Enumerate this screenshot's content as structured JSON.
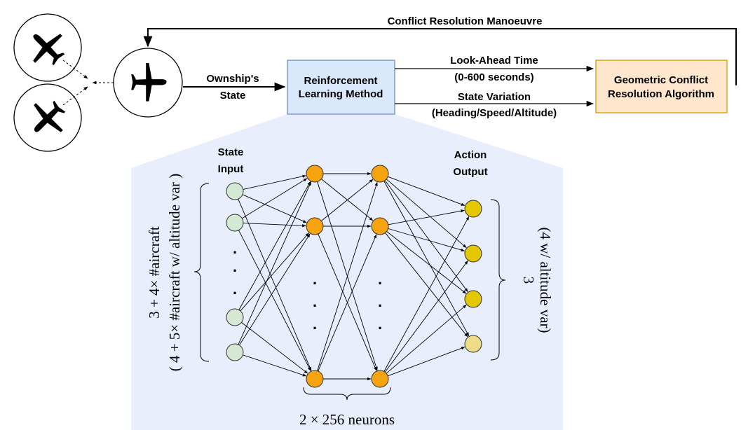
{
  "top_loop": {
    "label": "Conflict Resolution Manoeuvre"
  },
  "ownship_edge": {
    "line1": "Ownship's",
    "line2": "State"
  },
  "rl_box": {
    "line1": "Reinforcement",
    "line2": "Learning Method",
    "fill": "#dae8fc",
    "stroke": "#6c8ebf"
  },
  "lookahead": {
    "line1": "Look-Ahead Time",
    "line2": "(0-600 seconds)"
  },
  "state_variation": {
    "line1": "State Variation",
    "line2": "(Heading/Speed/Altitude)"
  },
  "geo_box": {
    "line1": "Geometric Conflict",
    "line2": "Resolution Algorithm",
    "fill": "#ffe6cc",
    "stroke": "#d79b00"
  },
  "network": {
    "panel_fill": "#e8eefb",
    "input_header": [
      "State",
      "Input"
    ],
    "output_header": [
      "Action",
      "Output"
    ],
    "input_dim": {
      "line1": "3 + 4× #aircraft",
      "line2": "( 4 + 5× #aircraft w/ altitude var )"
    },
    "output_dim": {
      "line1": "3",
      "line2": "(4 w/ altitude var)"
    },
    "hidden_label": "2 × 256 neurons",
    "dots": ".",
    "colors": {
      "input": "#d5e8d4",
      "hidden": "#f5a30f",
      "output": "#e3c800",
      "output_faded": "#eedd88"
    }
  },
  "icons": [
    "airplane-icon",
    "airplane-icon",
    "airplane-icon"
  ]
}
